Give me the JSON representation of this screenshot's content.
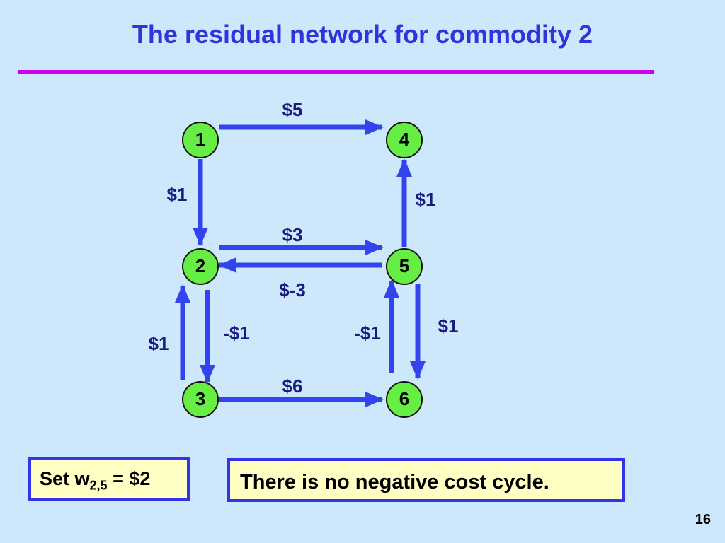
{
  "title": "The residual network for commodity 2",
  "nodes": [
    {
      "id": "1",
      "label": "1"
    },
    {
      "id": "2",
      "label": "2"
    },
    {
      "id": "3",
      "label": "3"
    },
    {
      "id": "4",
      "label": "4"
    },
    {
      "id": "5",
      "label": "5"
    },
    {
      "id": "6",
      "label": "6"
    }
  ],
  "edges": [
    {
      "from": "1",
      "to": "4",
      "label": "$5"
    },
    {
      "from": "1",
      "to": "2",
      "label": "$1"
    },
    {
      "from": "5",
      "to": "4",
      "label": "$1"
    },
    {
      "from": "2",
      "to": "5",
      "label": "$3"
    },
    {
      "from": "5",
      "to": "2",
      "label": "$-3"
    },
    {
      "from": "3",
      "to": "2",
      "label": "$1"
    },
    {
      "from": "2",
      "to": "3",
      "label": "-$1"
    },
    {
      "from": "6",
      "to": "5",
      "label": "-$1"
    },
    {
      "from": "5",
      "to": "6",
      "label": "$1"
    },
    {
      "from": "3",
      "to": "6",
      "label": "$6"
    }
  ],
  "note_setting": {
    "prefix": "Set w",
    "subscript": "2,5",
    "suffix": " = $2"
  },
  "note_cycle": "There is no negative cost cycle.",
  "page_number": "16",
  "colors": {
    "node_fill": "#66ee44",
    "arrow": "#3344ee",
    "rule": "#cc00ee",
    "title": "#3333dd",
    "note_fill": "#ffffc4"
  }
}
